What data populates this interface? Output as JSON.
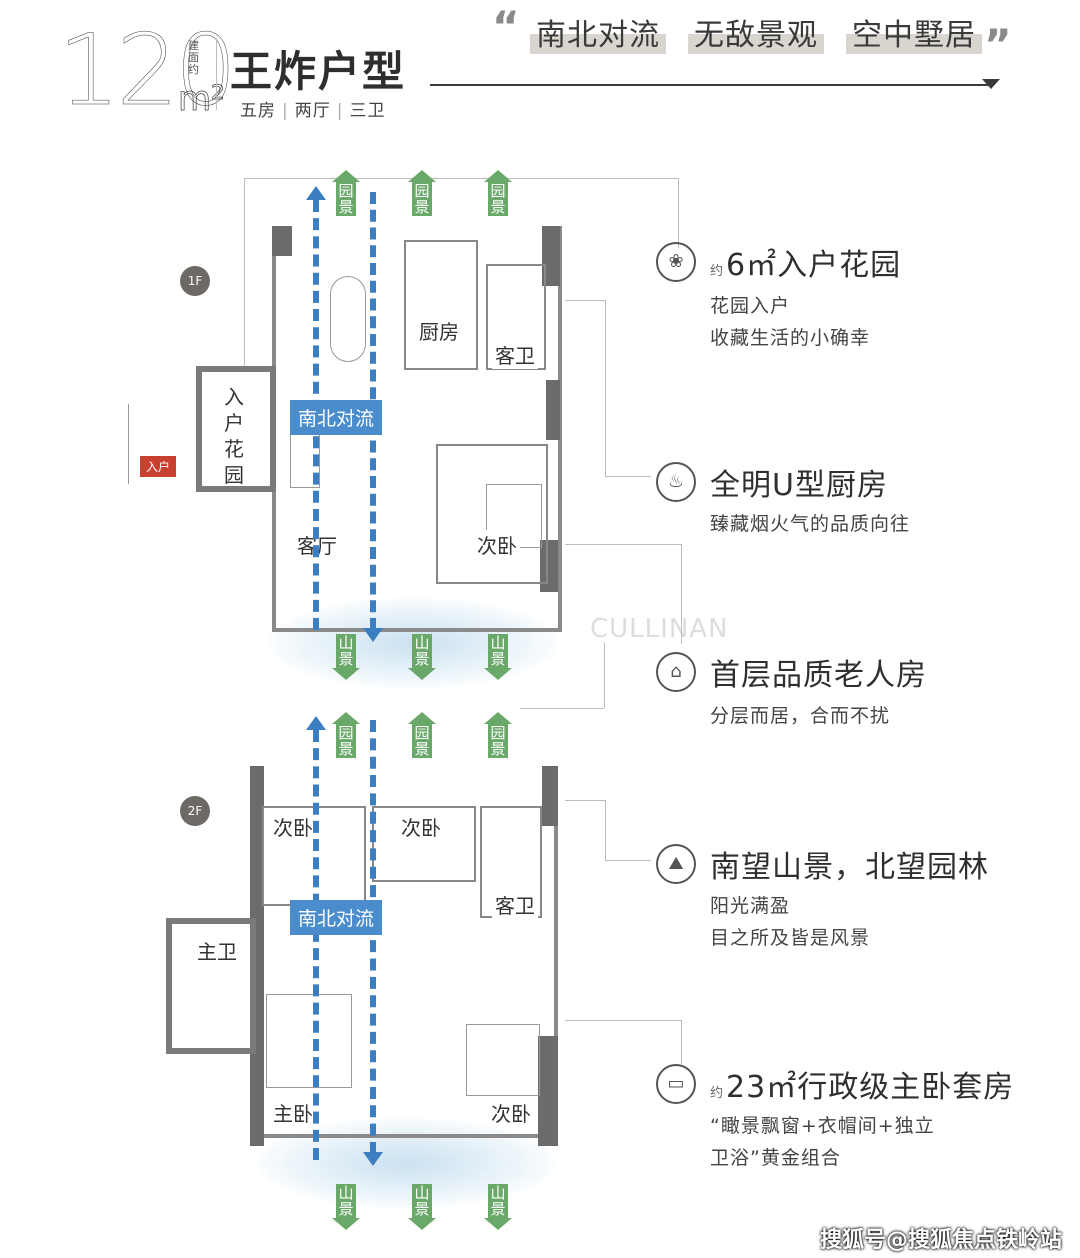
{
  "header": {
    "area_number": "120",
    "area_note": "建面约",
    "area_unit": "m²",
    "title": "王炸户型",
    "rooms": [
      "五房",
      "两厅",
      "三卫"
    ],
    "slogans": [
      "南北对流",
      "无敌景观",
      "空中墅居"
    ]
  },
  "plan_1f": {
    "badge": "1F",
    "garden_labels": [
      "园景",
      "园景",
      "园景"
    ],
    "mountain_labels": [
      "山景",
      "山景",
      "山景"
    ],
    "flow_tag": "南北对流",
    "entry_tag": "入户",
    "rooms": {
      "entry_garden": "入户花园",
      "kitchen": "厨房",
      "guest_bath": "客卫",
      "living": "客厅",
      "second_bed": "次卧"
    }
  },
  "plan_2f": {
    "badge": "2F",
    "garden_labels": [
      "园景",
      "园景",
      "园景"
    ],
    "mountain_labels": [
      "山景",
      "山景",
      "山景"
    ],
    "flow_tag": "南北对流",
    "rooms": {
      "bed_a": "次卧",
      "bed_b": "次卧",
      "guest_bath": "客卫",
      "master_bath": "主卫",
      "master_bed": "主卧",
      "bed_c": "次卧"
    }
  },
  "watermark": "CULLINAN",
  "features": [
    {
      "icon": "garden-icon",
      "prefix": "约",
      "title": "6㎡入户花园",
      "desc": [
        "花园入户",
        "收藏生活的小确幸"
      ]
    },
    {
      "icon": "chef-hat-icon",
      "prefix": "",
      "title": "全明U型厨房",
      "desc": [
        "臻藏烟火气的品质向往"
      ]
    },
    {
      "icon": "sofa-icon",
      "prefix": "",
      "title": "首层品质老人房",
      "desc": [
        "分层而居，合而不扰"
      ]
    },
    {
      "icon": "mountain-icon",
      "prefix": "",
      "title": "南望山景，北望园林",
      "desc": [
        "阳光满盈",
        "目之所及皆是风景"
      ]
    },
    {
      "icon": "bed-icon",
      "prefix": "约",
      "title": "23㎡行政级主卧套房",
      "desc": [
        "“瞰景飘窗+衣帽间+独立",
        "卫浴”黄金组合"
      ]
    }
  ],
  "source_watermark": "搜狐号@搜狐焦点铁岭站"
}
